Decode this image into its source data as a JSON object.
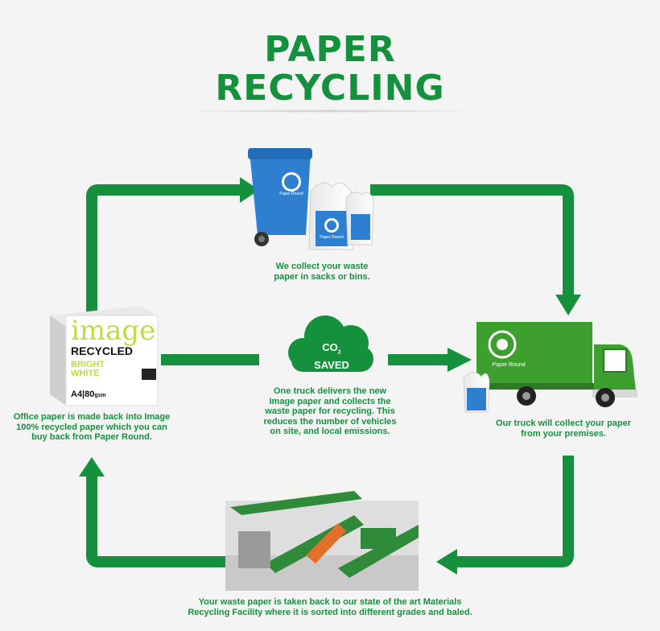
{
  "title": {
    "line1": "PAPER",
    "line2": "RECYCLING"
  },
  "co2": {
    "line1": "CO",
    "sub": "2",
    "line2": "SAVED"
  },
  "steps": {
    "collect": {
      "line1": "We collect your waste",
      "line2": "paper in sacks or bins."
    },
    "truck": {
      "line1": "Our truck will collect your paper",
      "line2": "from your premises."
    },
    "facility": {
      "line1": "Your waste paper is taken back to our state of the art Materials",
      "line2": "Recycling Facility where it is sorted into different grades and baled."
    },
    "office": {
      "line1": "Office paper is made back into Image",
      "line2": "100% recycled paper which you can",
      "line3": "buy back from Paper Round."
    },
    "center": {
      "line1": "One truck delivers the new",
      "line2": "Image paper and collects the",
      "line3": "waste paper for recycling. This",
      "line4": "reduces the number of vehicles",
      "line5": "on site, and local emissions."
    }
  },
  "brand": {
    "logo_text": "Paper Round"
  },
  "ream": {
    "brand": "image",
    "line1": "RECYCLED",
    "line2": "BRIGHT",
    "line3": "WHITE",
    "size": "A4|80",
    "unit": "gsm"
  },
  "colors": {
    "green": "#15913e",
    "blue": "#2f7fd0",
    "truck_green": "#3d9f2e"
  }
}
